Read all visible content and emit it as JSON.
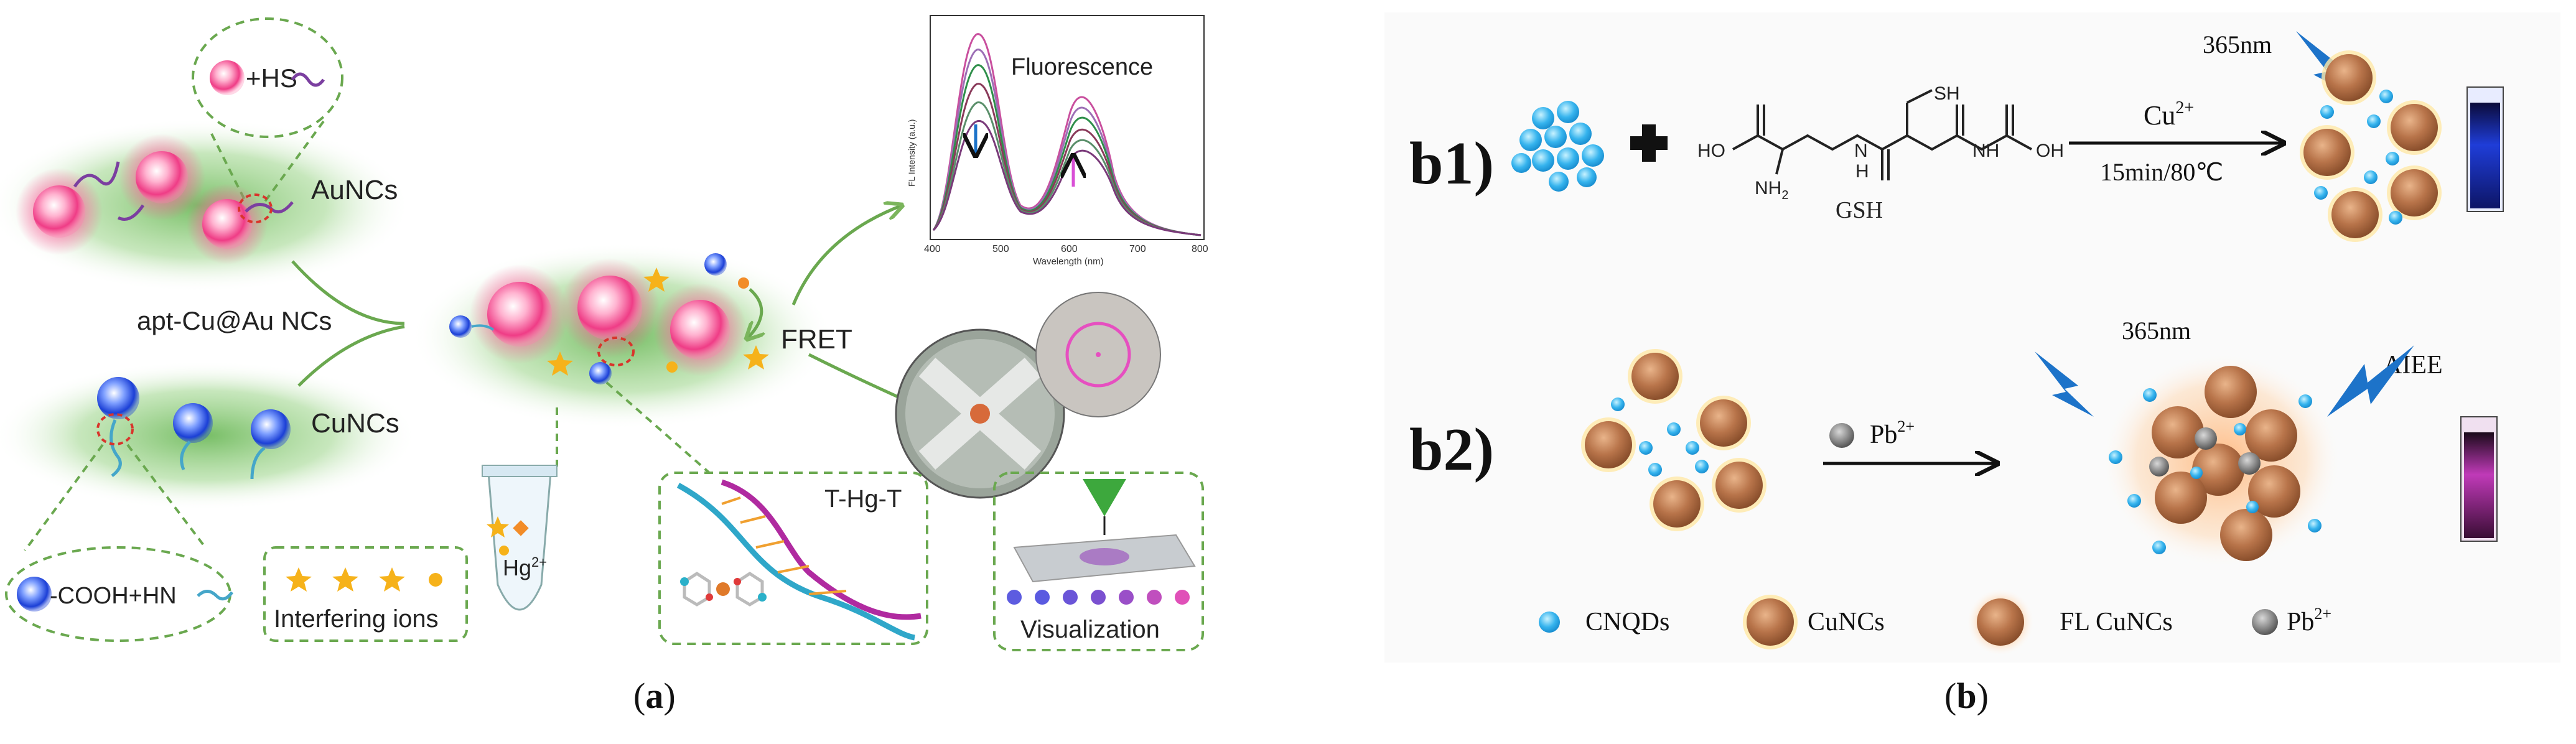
{
  "panel_a": {
    "caption_letter": "a",
    "labels": {
      "hs": "+HS",
      "aunc": "AuNCs",
      "apt": "apt-Cu@Au NCs",
      "cunc": "CuNCs",
      "cooh": "-COOH+HN",
      "fret": "FRET",
      "thgt": "T-Hg-T",
      "interfering": "Interfering ions",
      "hg": "Hg",
      "hg_sup": "2+",
      "visualization": "Visualization"
    },
    "spectrum": {
      "title": "Fluorescence",
      "xlabel": "Wavelength (nm)",
      "ylabel": "FL Intensity (a.u.)",
      "xticks": [
        "400",
        "500",
        "600",
        "700",
        "800"
      ]
    }
  },
  "panel_b": {
    "caption_letter": "b",
    "b1": {
      "label": "b1)",
      "uv": "365nm",
      "reagent": "Cu",
      "reagent_sup": "2+",
      "conditions": "15min/80℃",
      "molecule": "GSH",
      "atoms": {
        "sh": "SH",
        "ho": "HO",
        "oh": "OH",
        "nh2": "NH",
        "nh2_sub": "2",
        "nh_left": "N",
        "nh_right": "NH",
        "h": "H"
      }
    },
    "b2": {
      "label": "b2)",
      "uv": "365nm",
      "aiee": "AIEE",
      "reagent": "Pb",
      "reagent_sup": "2+"
    },
    "legend": [
      {
        "label": "CNQDs"
      },
      {
        "label": "CuNCs"
      },
      {
        "label": "FL CuNCs"
      },
      {
        "label": "Pb",
        "sup": "2+"
      }
    ]
  }
}
